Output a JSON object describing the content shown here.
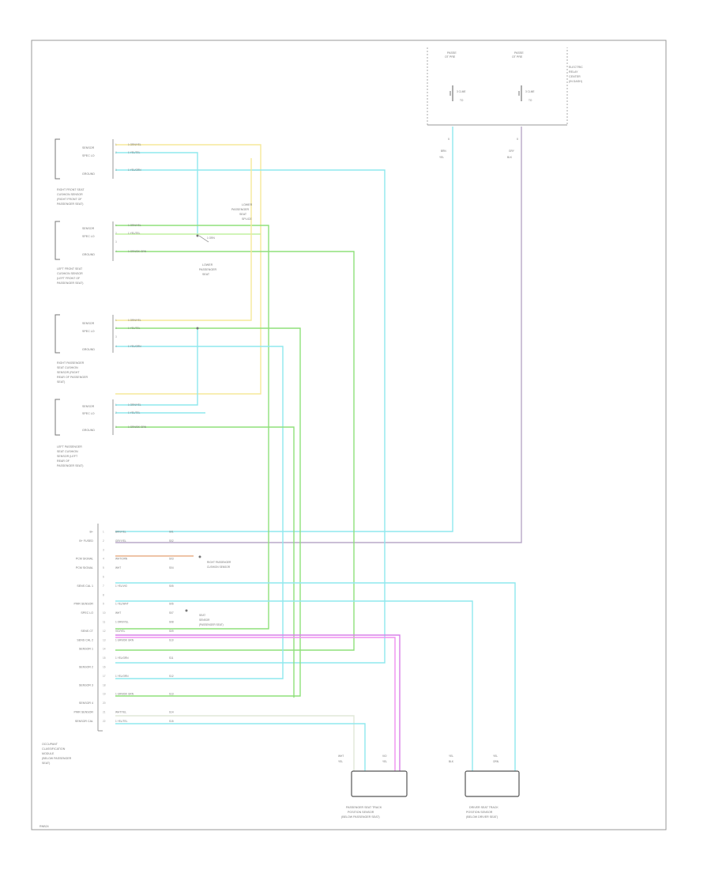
{
  "relays": {
    "front": {
      "header": [
        "PASSE",
        "OT PRE"
      ],
      "coil_labels": [
        "3 CLME",
        "TO"
      ],
      "pin": "B"
    },
    "rear": {
      "header": [
        "PASSE",
        "OT PRE"
      ],
      "coil_labels": [
        "3 CLME",
        "TO"
      ],
      "pin": "B"
    },
    "title": [
      "ELECTRIC",
      "RELAY",
      "CENTER",
      "(IN DASH)"
    ],
    "wire_front": [
      "BRN",
      "YEL"
    ],
    "wire_rear": [
      "GRY",
      "BLK"
    ]
  },
  "sensors": [
    {
      "labels": [
        "SENSOR",
        "SPEC LO",
        "GROUND"
      ],
      "wires": [
        "1 ORN/YEL",
        "1 YEL/TEL",
        "1 YEL/GRN"
      ],
      "caption": [
        "RIGHT FRONT SEAT",
        "CUSHION SENSOR",
        "(RIGHT FRONT OF",
        "PASSENGER SEAT)"
      ]
    },
    {
      "labels": [
        "SENSOR",
        "SPEC LO",
        "GROUND"
      ],
      "wires": [
        "1 ORN/YEL",
        "1 YEL/TEL",
        "1 GRN/DK GRN"
      ],
      "caption": [
        "LEFT FRONT SEAT",
        "CUSHION SENSOR",
        "(LEFT FRONT OF",
        "PASSENGER SEAT)"
      ]
    },
    {
      "labels": [
        "SENSOR",
        "SPEC LO",
        "GROUND"
      ],
      "wires": [
        "1 ORN/YEL",
        "1 YEL/TEL",
        "1 YEL/GRN"
      ],
      "caption": [
        "RIGHT PASSENGER",
        "SEAT CUSHION",
        "SENSOR (RIGHT",
        "REAR OF PASSENGER",
        "SEAT)"
      ]
    },
    {
      "labels": [
        "SENSOR",
        "SPEC LO",
        "GROUND"
      ],
      "wires": [
        "1 ORN/YEL",
        "1 YEL/TEL",
        "1 GRN/DK GRN"
      ],
      "caption": [
        "LEFT PASSENGER",
        "SEAT CUSHION",
        "SENSOR (LEFT",
        "REAR OF",
        "PASSENGER SEAT)"
      ]
    }
  ],
  "splices": {
    "upper": [
      "LOWER",
      "PASSENGER",
      "SEAT",
      "SPLICE"
    ],
    "lower": [
      "LOWER",
      "PASSENGER",
      "SEAT"
    ],
    "wire": "1 ORN"
  },
  "module": {
    "title": [
      "OCCUPANT",
      "CLASSIFICATION",
      "MODULE",
      "(BELOW PASSENGER",
      "SEAT)"
    ],
    "pins": [
      {
        "label": "B+",
        "wire": "BRN/YEL",
        "code": "S01"
      },
      {
        "label": "B+ FUSED",
        "wire": "GRY/YEL",
        "code": "S02"
      },
      {
        "label": "",
        "wire": "",
        "code": ""
      },
      {
        "label": "PCM SIGNAL",
        "wire": "WHT/ORN",
        "code": "S03"
      },
      {
        "label": "PCM SIGNAL",
        "wire": "WHT",
        "code": "S04"
      },
      {
        "label": "",
        "wire": "",
        "code": ""
      },
      {
        "label": "SENS CAL 1",
        "wire": "1 YEL/VIO",
        "code": "S05"
      },
      {
        "label": "",
        "wire": "",
        "code": ""
      },
      {
        "label": "PWR SENSOR",
        "wire": "1 YEL/WHT",
        "code": "S06"
      },
      {
        "label": "SPEC LO",
        "wire": "WHT",
        "code": "S07"
      },
      {
        "label": "",
        "wire": "1 ORN/YEL",
        "code": "S08"
      },
      {
        "label": "SENS CT",
        "wire": "VIO/YEL",
        "code": "S09"
      },
      {
        "label": "SENS CAL 2",
        "wire": "1 GRN/DK GRN",
        "code": "S10"
      },
      {
        "label": "SENSOR 1",
        "wire": "",
        "code": ""
      },
      {
        "label": "",
        "wire": "1 YEL/GRN",
        "code": "S11"
      },
      {
        "label": "SENSOR 2",
        "wire": "",
        "code": ""
      },
      {
        "label": "",
        "wire": "1 YEL/ORN",
        "code": "S12"
      },
      {
        "label": "SENSOR 3",
        "wire": "",
        "code": ""
      },
      {
        "label": "",
        "wire": "1 GRN/DK GRN",
        "code": "S13"
      },
      {
        "label": "SENSOR 4",
        "wire": "",
        "code": ""
      },
      {
        "label": "PWR SENSOR",
        "wire": "WHT/YEL",
        "code": "S14"
      },
      {
        "label": "SENSOR CAL",
        "wire": "1 YEL/TEL",
        "code": "S15"
      }
    ],
    "note_pcm": [
      "RIGHT PASSENGER",
      "CUSHION SENSOR"
    ],
    "note_seat": [
      "SEAT",
      "SENSOR",
      "(PASSENGER SEAT)"
    ]
  },
  "modules_bottom": {
    "left": {
      "caption": [
        "PASSENGER SEAT TRACK",
        "POSITION SENSOR",
        "(BELOW PASSENGER SEAT)"
      ],
      "wires": [
        [
          "WHT",
          "YEL"
        ],
        [
          "VIO",
          "YEL"
        ]
      ]
    },
    "right": {
      "caption": [
        "DRIVER SEAT TRACK",
        "POSITION SENSOR",
        "(BELOW DRIVER SEAT)"
      ],
      "wires": [
        [
          "YEL",
          "BLK"
        ],
        [
          "YEL",
          "ORN"
        ]
      ]
    }
  },
  "footer": "RNB24",
  "colors": {
    "yellow": "#f5e89a",
    "cyan": "#8fe8ee",
    "green": "#8fe07a",
    "ltgreen": "#c0f0a0",
    "tan": "#e8b088",
    "violet": "#d880e8",
    "magenta": "#f090f0",
    "gray": "#b8a8c8",
    "frame": "#999999"
  }
}
